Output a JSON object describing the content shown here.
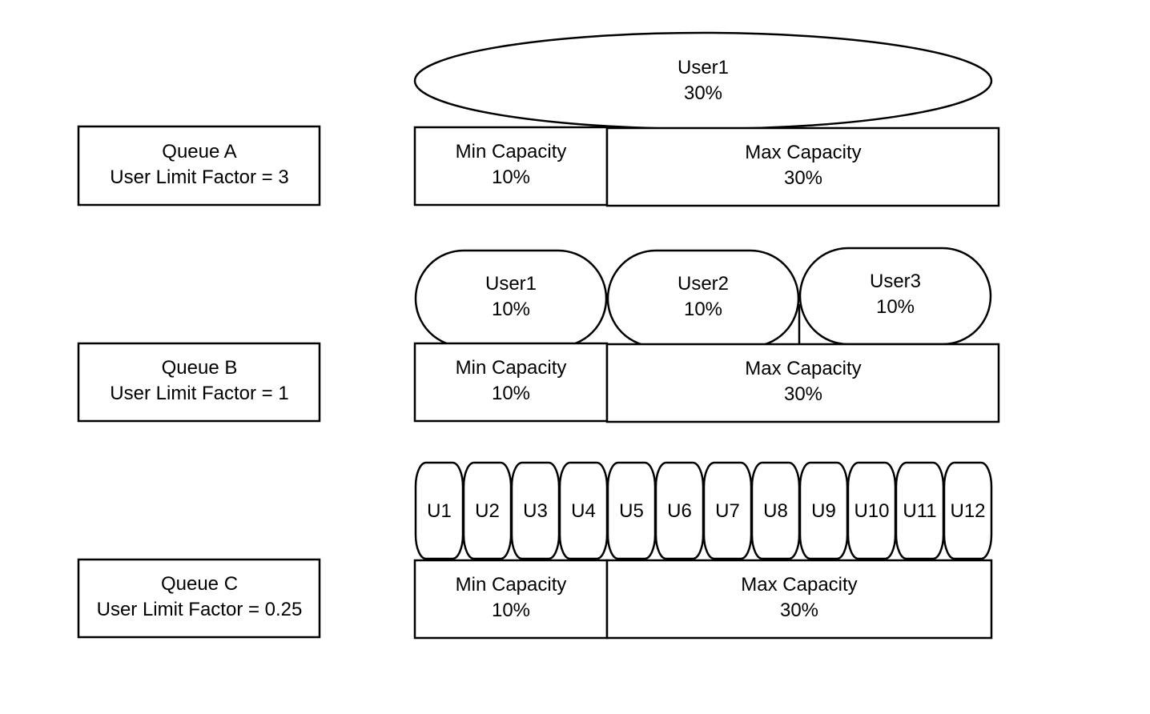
{
  "queues": [
    {
      "title": "Queue A",
      "factor": "User Limit Factor = 3",
      "users": [
        {
          "name": "User1",
          "pct": "30%"
        }
      ],
      "min": {
        "label": "Min Capacity",
        "value": "10%"
      },
      "max": {
        "label": "Max Capacity",
        "value": "30%"
      }
    },
    {
      "title": "Queue B",
      "factor": "User Limit Factor = 1",
      "users": [
        {
          "name": "User1",
          "pct": "10%"
        },
        {
          "name": "User2",
          "pct": "10%"
        },
        {
          "name": "User3",
          "pct": "10%"
        }
      ],
      "min": {
        "label": "Min Capacity",
        "value": "10%"
      },
      "max": {
        "label": "Max Capacity",
        "value": "30%"
      }
    },
    {
      "title": "Queue C",
      "factor": "User Limit Factor = 0.25",
      "users": [
        {
          "name": "U1"
        },
        {
          "name": "U2"
        },
        {
          "name": "U3"
        },
        {
          "name": "U4"
        },
        {
          "name": "U5"
        },
        {
          "name": "U6"
        },
        {
          "name": "U7"
        },
        {
          "name": "U8"
        },
        {
          "name": "U9"
        },
        {
          "name": "U10"
        },
        {
          "name": "U11"
        },
        {
          "name": "U12"
        }
      ],
      "min": {
        "label": "Min Capacity",
        "value": "10%"
      },
      "max": {
        "label": "Max Capacity",
        "value": "30%"
      }
    }
  ]
}
